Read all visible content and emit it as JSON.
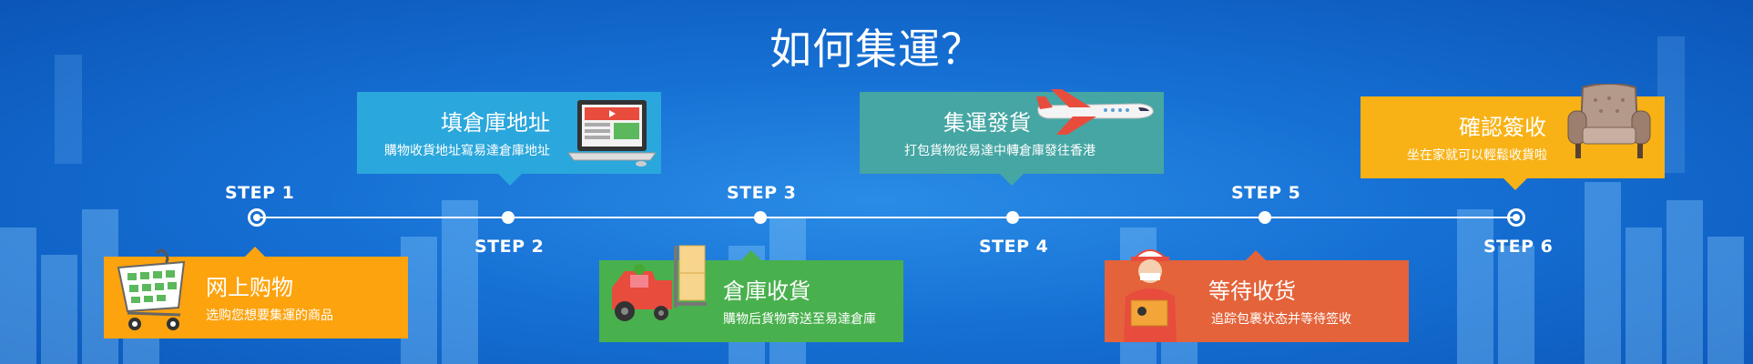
{
  "title": "如何集運？",
  "steps": [
    {
      "label": "STEP 1",
      "heading": "网上购物",
      "sub": "选购您想要集運的商品",
      "color": "#fda30e",
      "icon": "shopping-cart-icon"
    },
    {
      "label": "STEP 2",
      "heading": "填倉庫地址",
      "sub": "購物收貨地址寫易達倉庫地址",
      "color": "#2aa7dc",
      "icon": "laptop-icon"
    },
    {
      "label": "STEP 3",
      "heading": "倉庫收貨",
      "sub": "購物后貨物寄送至易達倉庫",
      "color": "#49b04e",
      "icon": "forklift-icon"
    },
    {
      "label": "STEP 4",
      "heading": "集運發貨",
      "sub": "打包貨物從易達中轉倉庫發往香港",
      "color": "#45a6a3",
      "icon": "airplane-icon"
    },
    {
      "label": "STEP 5",
      "heading": "等待收货",
      "sub": "追踪包裹状态并等待签收",
      "color": "#e4633a",
      "icon": "courier-icon"
    },
    {
      "label": "STEP 6",
      "heading": "確認簽收",
      "sub": "坐在家就可以輕鬆收貨啦",
      "color": "#f8b216",
      "icon": "armchair-icon"
    }
  ]
}
